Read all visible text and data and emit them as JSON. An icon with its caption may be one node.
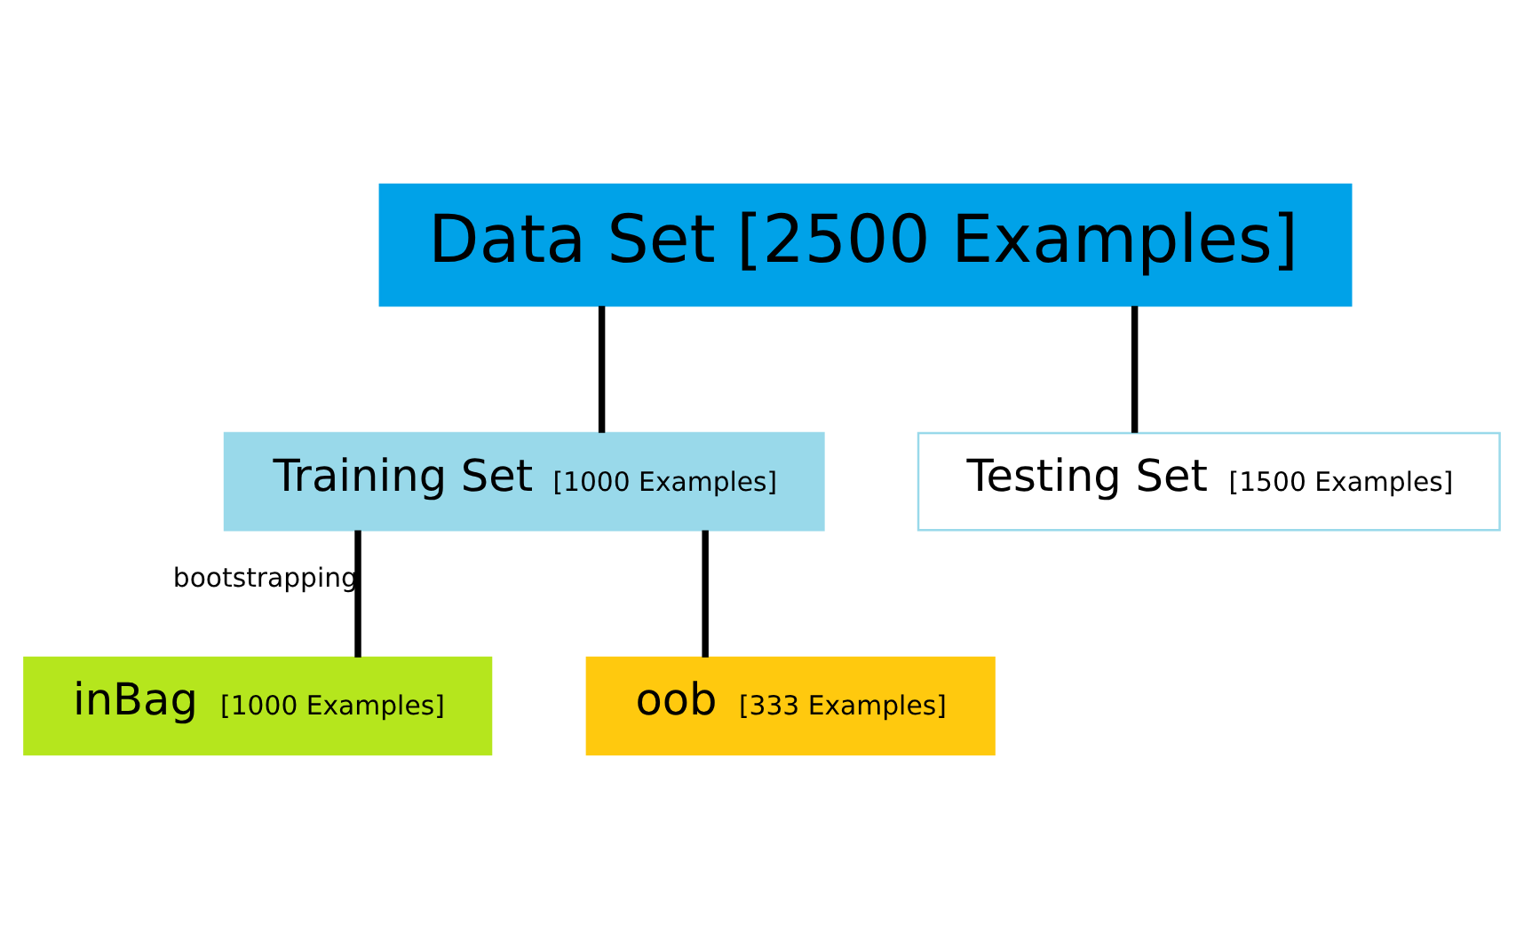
{
  "diagram": {
    "nodes": [
      {
        "text": [
          "Data Set [2500 Examples]"
        ]
      },
      {
        "text": [
          "Training Set",
          "[1000 Examples]"
        ]
      },
      {
        "text": [
          "Testing Set",
          "[1500 Examples]"
        ]
      },
      {
        "text": [
          "inBag",
          "[1000 Examples]"
        ]
      },
      {
        "text": [
          "oob",
          "[333 Examples]"
        ]
      }
    ],
    "edges": [
      {
        "from": 0,
        "to": 1,
        "arrow": "none"
      },
      {
        "from": 0,
        "to": 2,
        "arrow": "none"
      },
      {
        "from": 1,
        "to": 3,
        "arrow": "none",
        "label": "bootstrapping"
      },
      {
        "from": 1,
        "to": 4,
        "arrow": "none"
      }
    ]
  }
}
